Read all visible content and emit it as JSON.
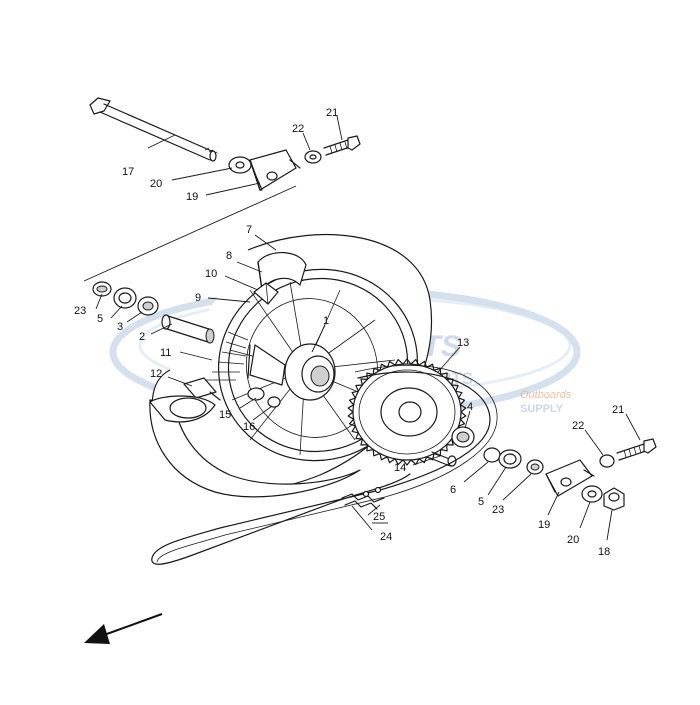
{
  "watermark": {
    "brand": "PARTS",
    "line2": "MARE PARTS",
    "line3": "Outboards",
    "line4": "SUPPLY",
    "ring_color": "#b9cbe4",
    "red_color": "#d84a4a"
  },
  "callouts": {
    "c1": "1",
    "c2": "2",
    "c3": "3",
    "c4": "4",
    "c5a": "5",
    "c5b": "5",
    "c6": "6",
    "c7": "7",
    "c8": "8",
    "c9": "9",
    "c10": "10",
    "c11": "11",
    "c12": "12",
    "c13": "13",
    "c14": "14",
    "c15": "15",
    "c16": "16",
    "c17": "17",
    "c18": "18",
    "c19a": "19",
    "c19b": "19",
    "c20a": "20",
    "c20b": "20",
    "c21a": "21",
    "c21b": "21",
    "c22a": "22",
    "c22b": "22",
    "c23a": "23",
    "c23b": "23",
    "c24": "24",
    "c25": "25"
  },
  "front_direction": "arrow-front-left"
}
